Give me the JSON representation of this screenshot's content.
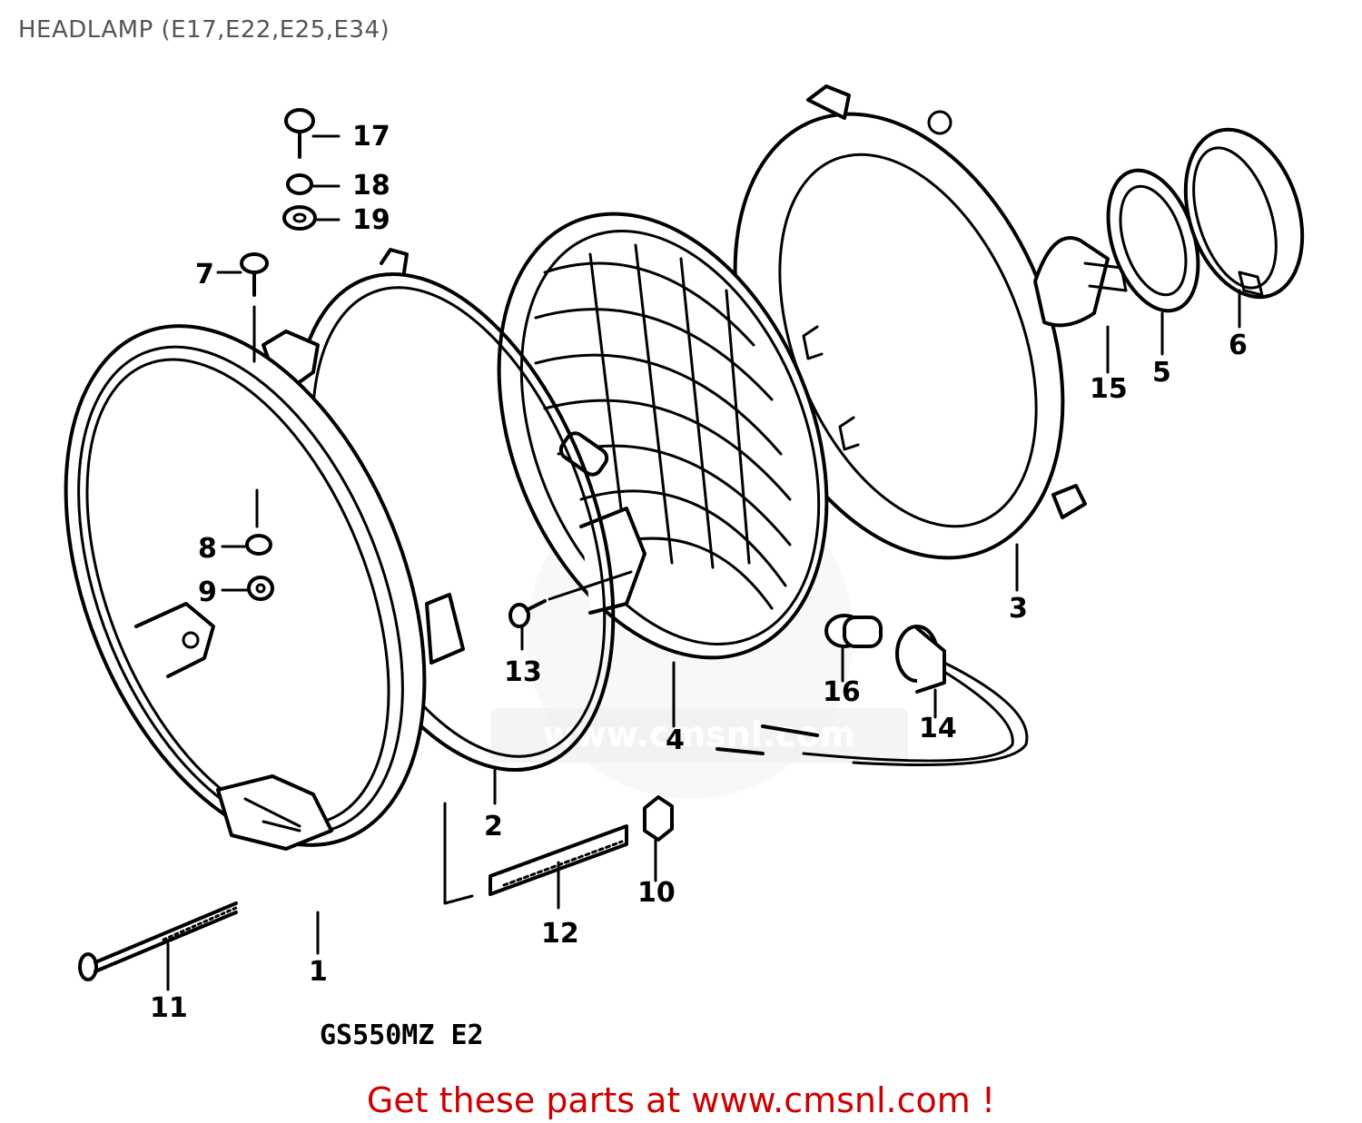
{
  "title": "HEADLAMP (E17,E22,E25,E34)",
  "model_code": "GS550MZ E2",
  "watermark_text": "www.cmsnl.com",
  "cta_text": "Get these parts at www.cmsnl.com !",
  "colors": {
    "title": "#555555",
    "cta": "#cc0000",
    "drawing": "#000000",
    "watermark": "#dddddd"
  },
  "callouts": {
    "c1": "1",
    "c2": "2",
    "c3": "3",
    "c4": "4",
    "c5": "5",
    "c6": "6",
    "c7": "7",
    "c8": "8",
    "c9": "9",
    "c10": "10",
    "c11": "11",
    "c12": "12",
    "c13": "13",
    "c14": "14",
    "c15": "15",
    "c16": "16",
    "c17": "17",
    "c18": "18",
    "c19": "19"
  }
}
